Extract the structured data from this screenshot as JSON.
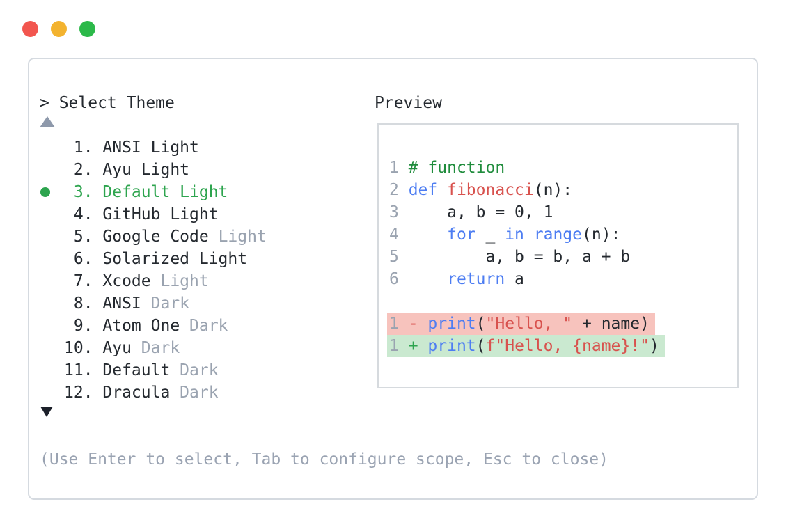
{
  "window": {
    "prompt": "> Select Theme",
    "hint": "(Use Enter to select, Tab to configure scope, Esc to close)"
  },
  "traffic_lights": {
    "close": "#f2564f",
    "minimize": "#f3b32f",
    "zoom": "#2cb94a"
  },
  "scroll": {
    "up_icon": "up-triangle",
    "down_icon": "down-triangle"
  },
  "theme_list": {
    "selected_number": "3",
    "selected_name": "Default Light",
    "items": [
      {
        "number": " 1",
        "name": "ANSI Light",
        "suffix": "",
        "selected": false
      },
      {
        "number": " 2",
        "name": "Ayu Light",
        "suffix": "",
        "selected": false
      },
      {
        "number": " 3",
        "name": "Default Light",
        "suffix": "",
        "selected": true
      },
      {
        "number": " 4",
        "name": "GitHub Light",
        "suffix": "",
        "selected": false
      },
      {
        "number": " 5",
        "name": "Google Code",
        "suffix": "Light",
        "selected": false
      },
      {
        "number": " 6",
        "name": "Solarized Light",
        "suffix": "",
        "selected": false
      },
      {
        "number": " 7",
        "name": "Xcode",
        "suffix": "Light",
        "selected": false
      },
      {
        "number": " 8",
        "name": "ANSI",
        "suffix": "Dark",
        "selected": false
      },
      {
        "number": " 9",
        "name": "Atom One",
        "suffix": "Dark",
        "selected": false
      },
      {
        "number": "10",
        "name": "Ayu",
        "suffix": "Dark",
        "selected": false
      },
      {
        "number": "11",
        "name": "Default",
        "suffix": "Dark",
        "selected": false
      },
      {
        "number": "12",
        "name": "Dracula",
        "suffix": "Dark",
        "selected": false
      }
    ]
  },
  "preview": {
    "label": "Preview",
    "lines": [
      {
        "cls": "",
        "tokens": [
          [
            "ln",
            "1 "
          ],
          [
            "cm",
            "# function"
          ]
        ]
      },
      {
        "cls": "",
        "tokens": [
          [
            "ln",
            "2 "
          ],
          [
            "kw",
            "def"
          ],
          [
            "pl",
            " "
          ],
          [
            "rd",
            "fibonacci"
          ],
          [
            "pl",
            "(n):"
          ]
        ]
      },
      {
        "cls": "",
        "tokens": [
          [
            "ln",
            "3 "
          ],
          [
            "pl",
            "    a, b = 0, 1"
          ]
        ]
      },
      {
        "cls": "",
        "tokens": [
          [
            "ln",
            "4 "
          ],
          [
            "pl",
            "    "
          ],
          [
            "kw",
            "for"
          ],
          [
            "pl",
            " _ "
          ],
          [
            "kw",
            "in"
          ],
          [
            "pl",
            " "
          ],
          [
            "kw",
            "range"
          ],
          [
            "pl",
            "(n):"
          ]
        ]
      },
      {
        "cls": "",
        "tokens": [
          [
            "ln",
            "5 "
          ],
          [
            "pl",
            "        a, b = b, a + b"
          ]
        ]
      },
      {
        "cls": "",
        "tokens": [
          [
            "ln",
            "6 "
          ],
          [
            "pl",
            "    "
          ],
          [
            "kw",
            "return"
          ],
          [
            "pl",
            " a"
          ]
        ]
      },
      {
        "cls": "",
        "tokens": []
      },
      {
        "cls": "del",
        "tokens": [
          [
            "ln",
            "1 "
          ],
          [
            "del",
            "-"
          ],
          [
            "pl",
            " "
          ],
          [
            "kw",
            "print"
          ],
          [
            "pl",
            "("
          ],
          [
            "rd",
            "\"Hello, \""
          ],
          [
            "pl",
            " + name)"
          ]
        ]
      },
      {
        "cls": "add",
        "tokens": [
          [
            "ln",
            "1 "
          ],
          [
            "add",
            "+"
          ],
          [
            "pl",
            " "
          ],
          [
            "kw",
            "print"
          ],
          [
            "pl",
            "("
          ],
          [
            "rd",
            "f\"Hello, {name}!\""
          ],
          [
            "pl",
            ")"
          ]
        ]
      }
    ]
  },
  "colors": {
    "text": "#24292f",
    "muted": "#9aa3b0",
    "accent_green": "#2da44e",
    "keyword_blue": "#4d7df2",
    "string_red": "#d8524e",
    "comment_green": "#1f8c3c",
    "deleted_line_bg": "#f7c3bd",
    "added_line_bg": "#cae9d0",
    "window_border": "#d5dae0",
    "preview_border": "#d6dade",
    "scroll_up_color": "#8e99ab",
    "scroll_down_color": "#1c202a"
  }
}
